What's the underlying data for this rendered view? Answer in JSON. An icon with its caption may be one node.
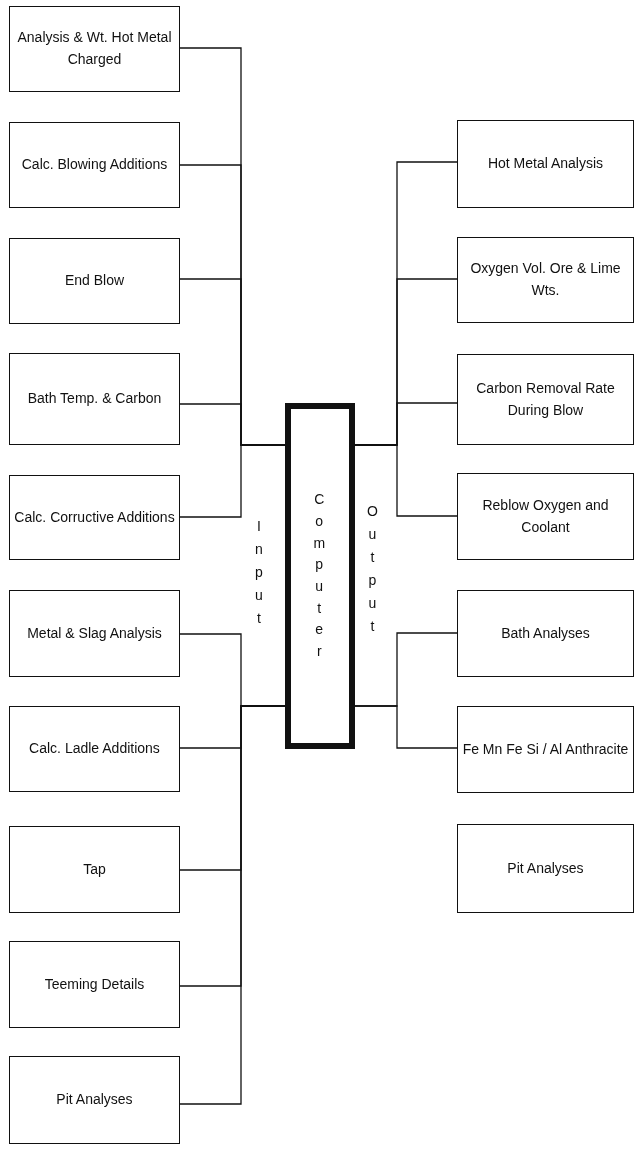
{
  "diagram": {
    "nodes": [
      {
        "text": [
          "Analysis & Wt. Hot Metal Charged"
        ]
      },
      {
        "text": [
          "Calc. Blowing Additions"
        ]
      },
      {
        "text": [
          "End Blow"
        ]
      },
      {
        "text": [
          "Bath Temp. & Carbon"
        ]
      },
      {
        "text": [
          "Calc. Corructive Additions"
        ]
      },
      {
        "text": [
          "Metal & Slag Analysis"
        ]
      },
      {
        "text": [
          "Calc. Ladle Additions"
        ]
      },
      {
        "text": [
          "Tap"
        ]
      },
      {
        "text": [
          "Teeming Details"
        ]
      },
      {
        "text": [
          "Pit Analyses"
        ]
      },
      {
        "text": [
          "Computer"
        ]
      },
      {
        "text": [
          "Hot Metal Analysis"
        ]
      },
      {
        "text": [
          "Oxygen Vol. Ore & Lime Wts."
        ]
      },
      {
        "text": [
          "Carbon Removal Rate During Blow"
        ]
      },
      {
        "text": [
          "Reblow Oxygen and Coolant"
        ]
      },
      {
        "text": [
          "Bath Analyses"
        ]
      },
      {
        "text": [
          "Fe Mn Fe Si / Al Anthracite"
        ]
      },
      {
        "text": [
          "Pit Analyses"
        ]
      }
    ],
    "edges": [
      {
        "from": 0,
        "to": 10,
        "arrow": "none"
      },
      {
        "from": 1,
        "to": 10,
        "arrow": "none"
      },
      {
        "from": 2,
        "to": 10,
        "arrow": "none"
      },
      {
        "from": 3,
        "to": 10,
        "arrow": "none"
      },
      {
        "from": 4,
        "to": 10,
        "arrow": "none"
      },
      {
        "from": 5,
        "to": 10,
        "arrow": "none"
      },
      {
        "from": 6,
        "to": 10,
        "arrow": "none"
      },
      {
        "from": 7,
        "to": 10,
        "arrow": "none"
      },
      {
        "from": 8,
        "to": 10,
        "arrow": "none"
      },
      {
        "from": 9,
        "to": 10,
        "arrow": "none"
      },
      {
        "from": 10,
        "to": 11,
        "arrow": "none"
      },
      {
        "from": 10,
        "to": 12,
        "arrow": "none"
      },
      {
        "from": 10,
        "to": 13,
        "arrow": "none"
      },
      {
        "from": 10,
        "to": 14,
        "arrow": "none"
      },
      {
        "from": 10,
        "to": 15,
        "arrow": "none"
      },
      {
        "from": 10,
        "to": 16,
        "arrow": "none"
      }
    ],
    "labels": [
      "Input",
      "Output"
    ]
  }
}
